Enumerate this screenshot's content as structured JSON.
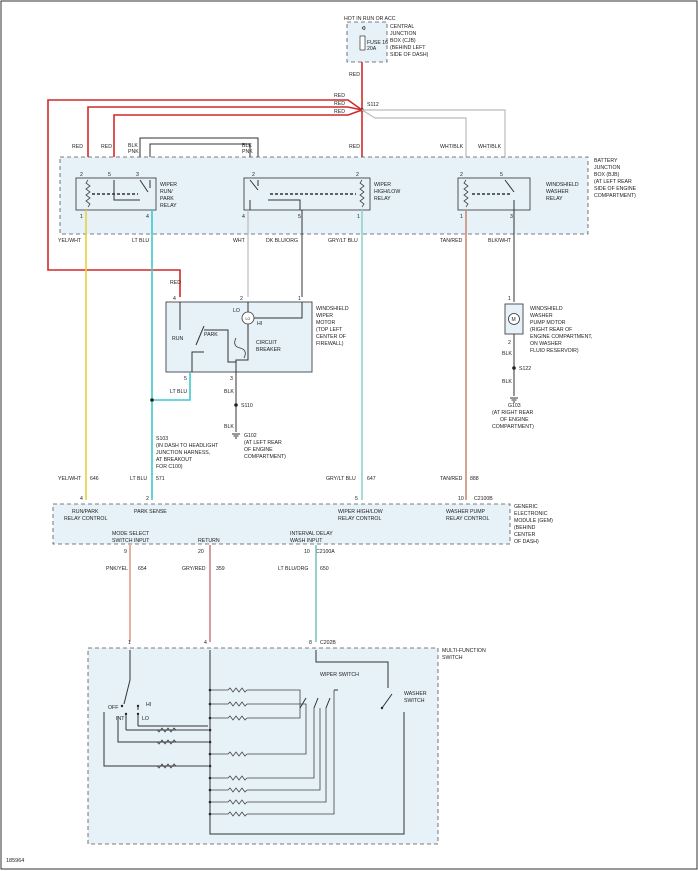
{
  "fuse_source": {
    "line1": "HOT IN RUN OR ACC",
    "fuse_label1": "FUSE 16",
    "fuse_label2": "20A"
  },
  "cjb": {
    "line1": "CENTRAL",
    "line2": "JUNCTION",
    "line3": "BOX (CJB)",
    "line4": "(BEHIND LEFT",
    "line5": "SIDE OF DASH)"
  },
  "bjb": {
    "line1": "BATTERY",
    "line2": "JUNCTION",
    "line3": "BOX (BJB)",
    "line4": "(AT LEFT REAR",
    "line5": "SIDE OF ENGINE",
    "line6": "COMPARTMENT)"
  },
  "splice_s112": "S112",
  "relays": {
    "run_park": {
      "line1": "WIPER",
      "line2": "RUN/",
      "line3": "PARK",
      "line4": "RELAY"
    },
    "high_low": {
      "line1": "WIPER",
      "line2": "HIGH/LOW",
      "line3": "RELAY"
    },
    "washer": {
      "line1": "WINDSHIELD",
      "line2": "WASHER",
      "line3": "RELAY"
    }
  },
  "wire_colors": {
    "red": "RED",
    "blk": "BLK",
    "pnk": "PNK",
    "wht_blk": "WHT/BLK",
    "yel_wht": "YEL/WHT",
    "lt_blu": "LT BLU",
    "wht": "WHT",
    "dk_blu_org": "DK BLU/ORG",
    "gry_lt_blu": "GRY/LT BLU",
    "tan_red": "TAN/RED",
    "blk_wht": "BLK/WHT",
    "pnk_yel": "PNK/YEL",
    "gry_red": "GRY/RED",
    "lt_blu_org": "LT BLU/ORG"
  },
  "motor": {
    "line1": "WINDSHIELD",
    "line2": "WIPER",
    "line3": "MOTOR",
    "line4": "(TOP LEFT",
    "line5": "CENTER OF",
    "line6": "FIREWALL)",
    "lo": "LO",
    "hi": "HI",
    "run": "RUN",
    "park": "PARK",
    "cb1": "CIRCUIT",
    "cb2": "BREAKER"
  },
  "pump": {
    "line1": "WINDSHIELD",
    "line2": "WASHER",
    "line3": "PUMP MOTOR",
    "line4": "(RIGHT REAR OF",
    "line5": "ENGINE COMPARTMENT,",
    "line6": "ON WASHER",
    "line7": "FLUID RESERVOIR)"
  },
  "grounds": {
    "s110": "S110",
    "g102_l1": "G102",
    "g102_l2": "(AT LEFT REAR",
    "g102_l3": "OF ENGINE",
    "g102_l4": "COMPARTMENT)",
    "s122": "S122",
    "g103_l1": "G103",
    "g103_l2": "(AT RIGHT REAR",
    "g103_l3": "OF ENGINE",
    "g103_l4": "COMPARTMENT)"
  },
  "s103": {
    "line1": "S103",
    "line2": "(IN DASH TO HEADLIGHT",
    "line3": "JUNCTION HARNESS,",
    "line4": "AT BREAKOUT",
    "line5": "FOR C100)"
  },
  "circuits": {
    "c646": "646",
    "c571": "571",
    "c647": "647",
    "c888": "888",
    "c654": "654",
    "c359": "359",
    "c650": "650"
  },
  "gem": {
    "line1": "GENERIC",
    "line2": "ELECTRONIC",
    "line3": "MODULE (GEM)",
    "line4": "(BEHIND",
    "line5": "CENTER",
    "line6": "OF DASH)",
    "connector_top": "C2100B",
    "connector_bottom": "C2100A",
    "pin_run_park_1": "RUN/PARK",
    "pin_run_park_2": "RELAY CONTROL",
    "pin_park_sense": "PARK SENSE",
    "pin_hl_1": "WIPER HIGH/LOW",
    "pin_hl_2": "RELAY CONTROL",
    "pin_wp_1": "WASHER PUMP",
    "pin_wp_2": "RELAY CONTROL",
    "pin_mode_1": "MODE SELECT",
    "pin_mode_2": "SWITCH INPUT",
    "pin_return": "RETURN",
    "pin_int_1": "INTERVAL DELAY",
    "pin_int_2": "WASH INPUT"
  },
  "mfs": {
    "line1": "MULTI-FUNCTION",
    "line2": "SWITCH",
    "connector": "C202B",
    "wiper_switch": "WIPER SWITCH",
    "washer_1": "WASHER",
    "washer_2": "SWITCH",
    "off": "OFF",
    "hi": "HI",
    "int": "INT",
    "lo": "LO"
  },
  "pins": {
    "p1": "1",
    "p2": "2",
    "p3": "3",
    "p4": "4",
    "p5": "5",
    "p6": "6",
    "p8": "8",
    "p9": "9",
    "p10": "10",
    "p20": "20"
  },
  "diagram_id": "185964"
}
